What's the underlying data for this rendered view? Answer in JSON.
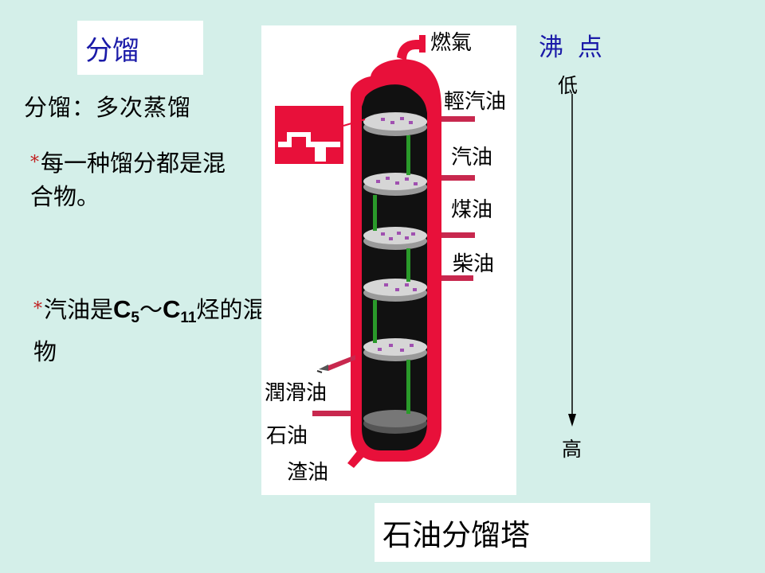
{
  "title": "分馏",
  "definition": "分馏：多次蒸馏",
  "bullets": [
    {
      "marker": "*",
      "text": "每一种馏分都是混合物。"
    },
    {
      "marker": "*",
      "pre": "汽油是",
      "c1": "C",
      "s1": "5",
      "tilde": "～",
      "c2": "C",
      "s2": "11",
      "post": "烃的混合物"
    }
  ],
  "boiling_point": {
    "title": "沸 点",
    "low": "低",
    "high": "高"
  },
  "fractions": {
    "gas": "燃氣",
    "light_oil": "輕汽油",
    "gasoline": "汽油",
    "kerosene": "煤油",
    "diesel": "柴油",
    "lubricant": "潤滑油",
    "paraffin": "石油",
    "residue": "渣油"
  },
  "caption": "石油分馏塔",
  "colors": {
    "background": "#d4efe9",
    "title_text": "#1a1aa8",
    "tower_red": "#e8103a",
    "bullet": "#c02020"
  }
}
